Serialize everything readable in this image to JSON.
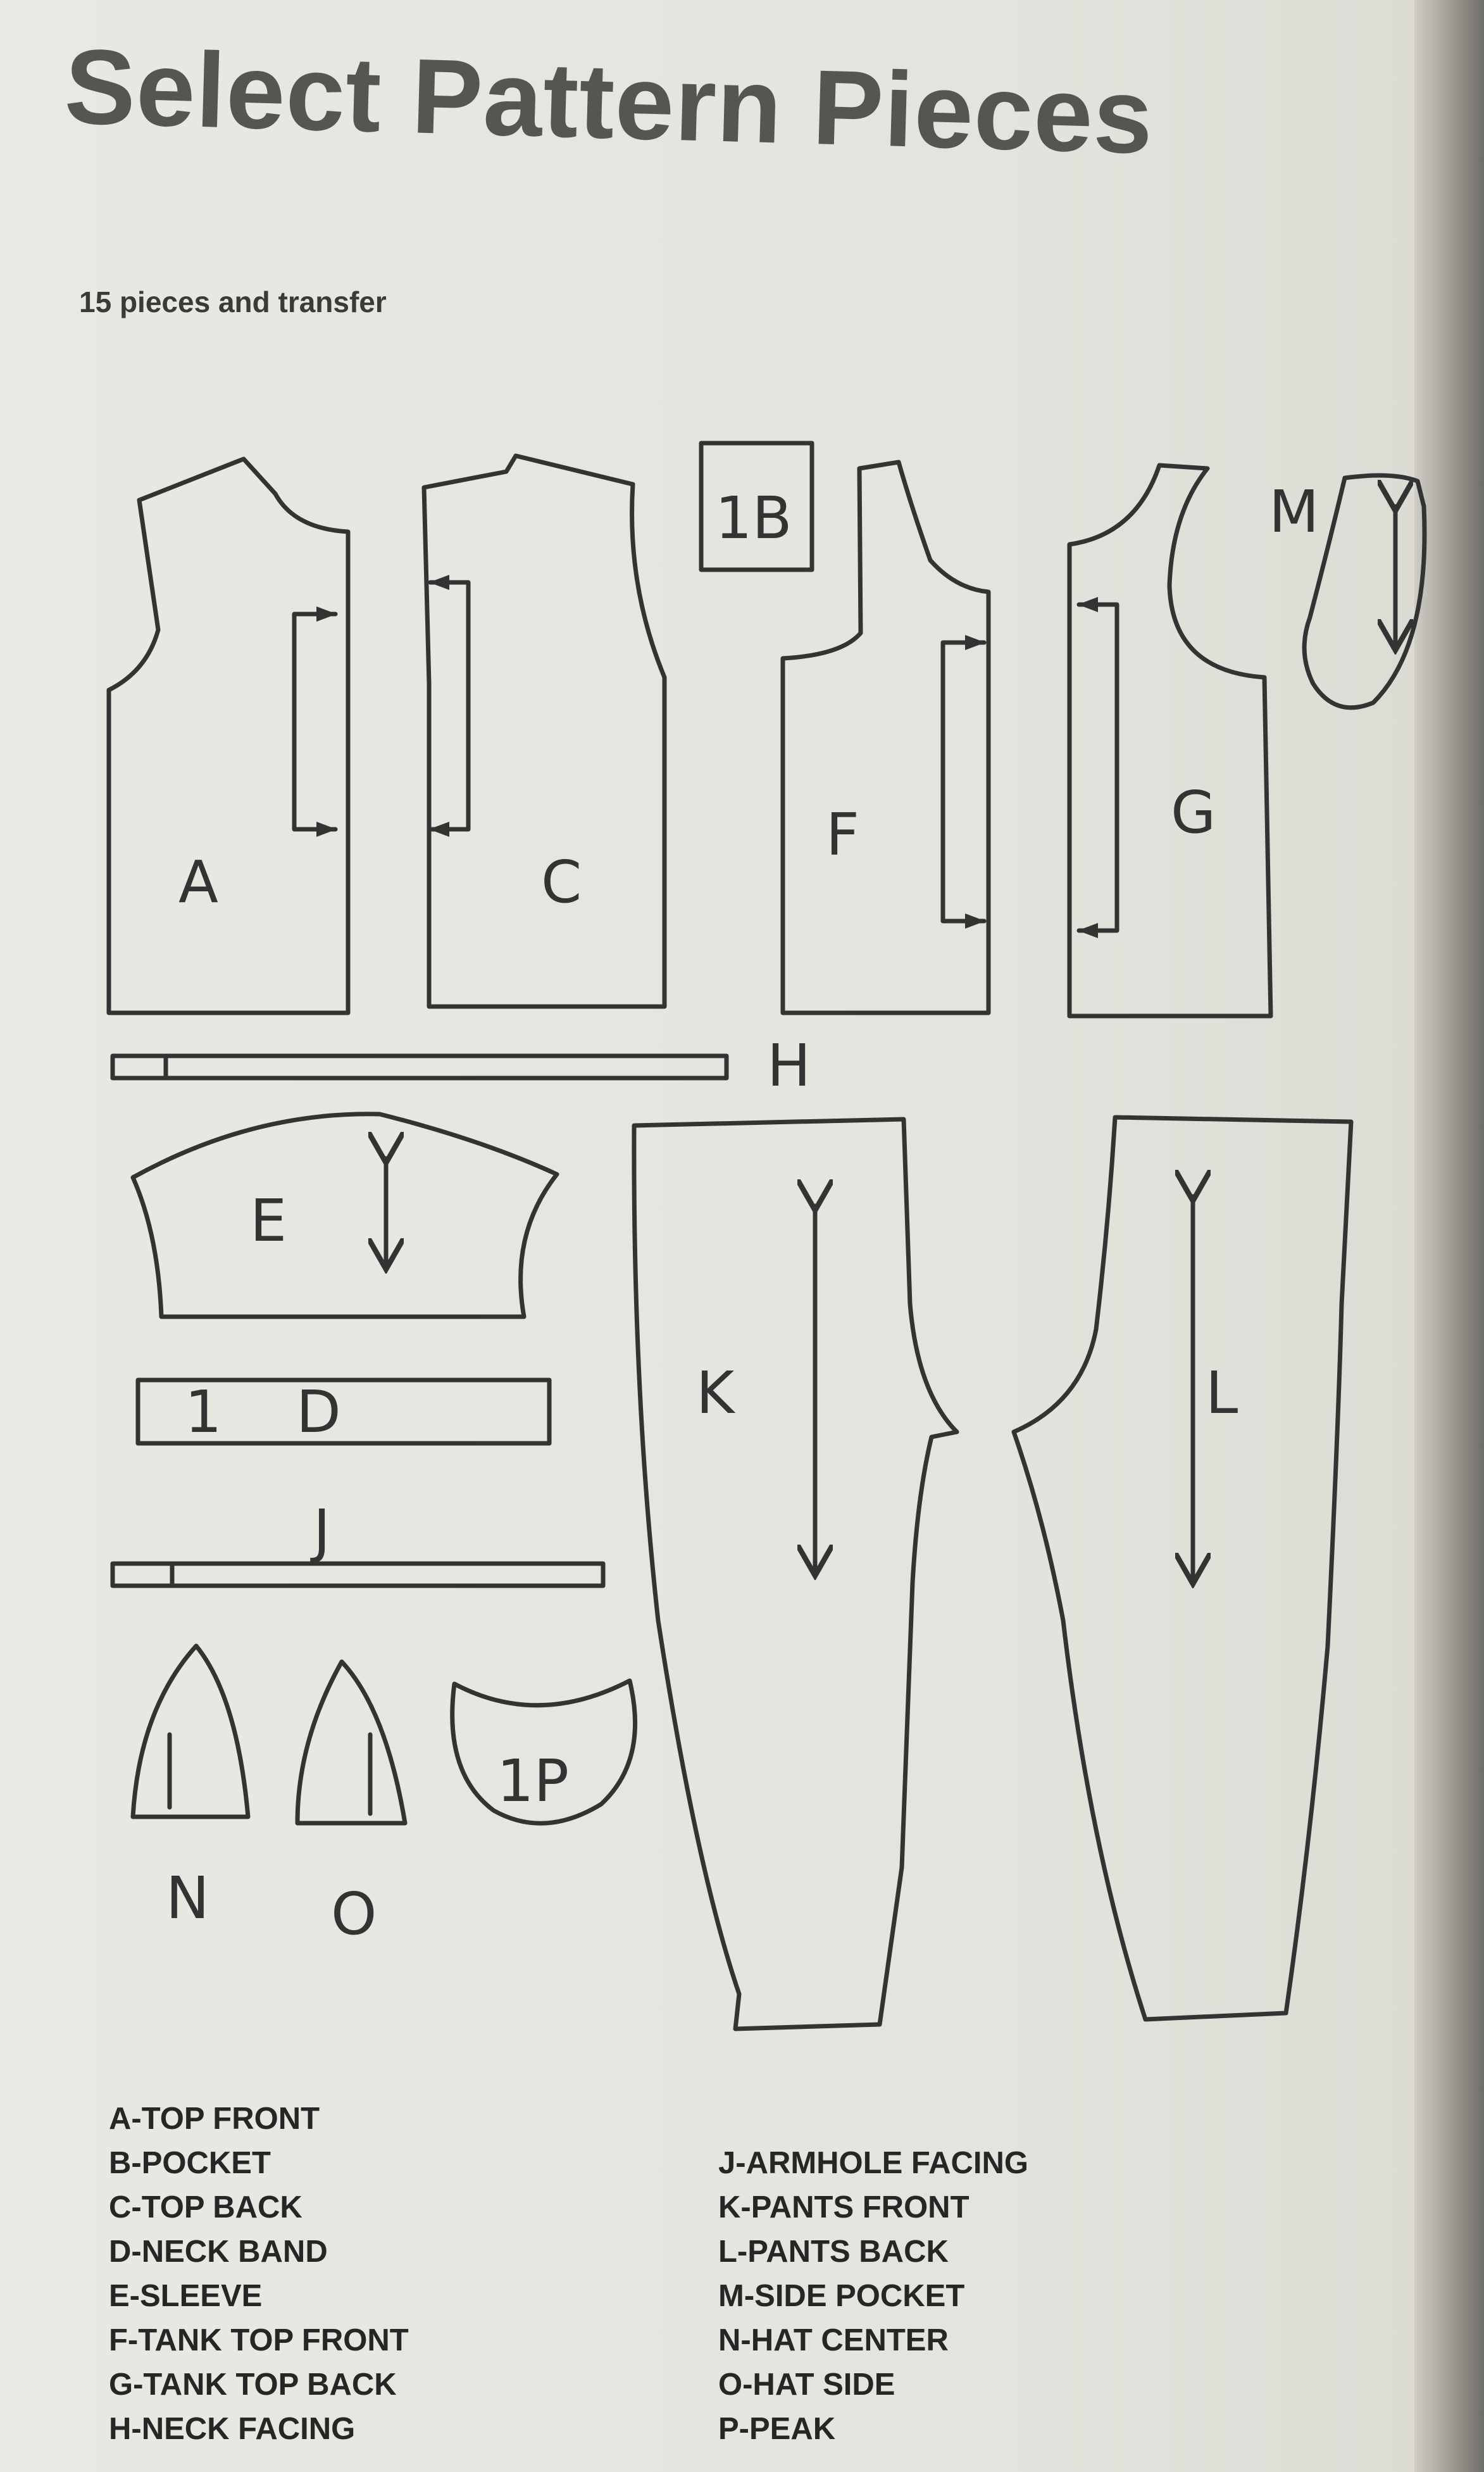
{
  "title": "Select Pattern Pieces",
  "subtitle": "15 pieces and transfer",
  "piece_labels": {
    "A": "A",
    "B": "1B",
    "C": "C",
    "D": "D",
    "D_mark": "1",
    "E": "E",
    "F": "F",
    "G": "G",
    "H": "H",
    "J": "J",
    "K": "K",
    "L": "L",
    "M": "M",
    "N": "N",
    "O": "O",
    "P": "1P"
  },
  "legend_left": [
    "A-TOP FRONT",
    "B-POCKET",
    "C-TOP BACK",
    "D-NECK BAND",
    "E-SLEEVE",
    "F-TANK TOP FRONT",
    "G-TANK TOP BACK",
    "H-NECK FACING"
  ],
  "legend_right": [
    "J-ARMHOLE FACING",
    "K-PANTS FRONT",
    "L-PANTS BACK",
    "M-SIDE POCKET",
    "N-HAT CENTER",
    "O-HAT SIDE",
    "P-PEAK"
  ],
  "colors": {
    "paper": "#e6e5df",
    "ink": "#333333",
    "title": "#555552"
  }
}
